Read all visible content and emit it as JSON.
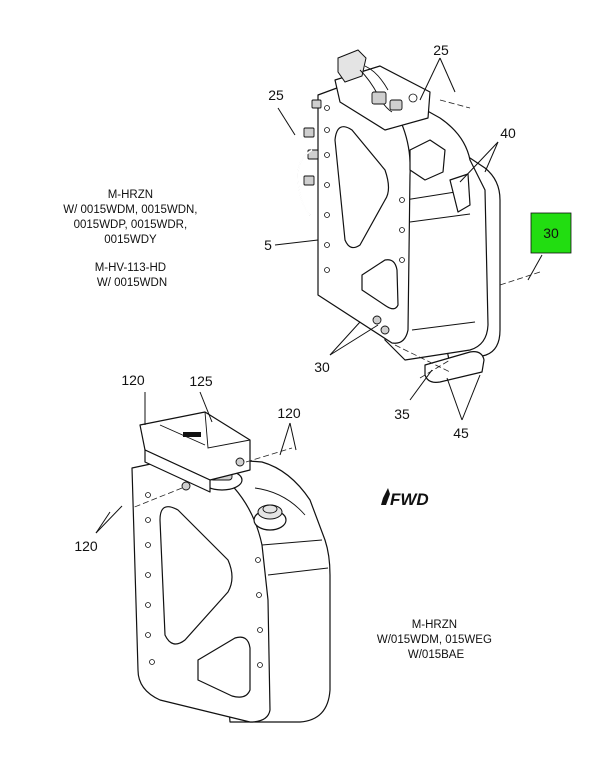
{
  "labels": {
    "c25_top_right": "25",
    "c25_left": "25",
    "c40": "40",
    "c5": "5",
    "c30_highlight": "30",
    "c30_bottom": "30",
    "c35": "35",
    "c45": "45",
    "c120_top": "120",
    "c125": "125",
    "c120_right": "120",
    "c120_left": "120"
  },
  "notes": {
    "upper": [
      "M-HRZN",
      "W/ 0015WDM, 0015WDN,",
      "0015WDP, 0015WDR,",
      "0015WDY",
      "",
      "M-HV-113-HD",
      "W/ 0015WDN"
    ],
    "lower": [
      "M-HRZN",
      "W/015WDM, 015WEG",
      "W/015BAE"
    ]
  },
  "fwd": "FWD",
  "colors": {
    "highlight": "#22dd11",
    "line": "#111111"
  }
}
